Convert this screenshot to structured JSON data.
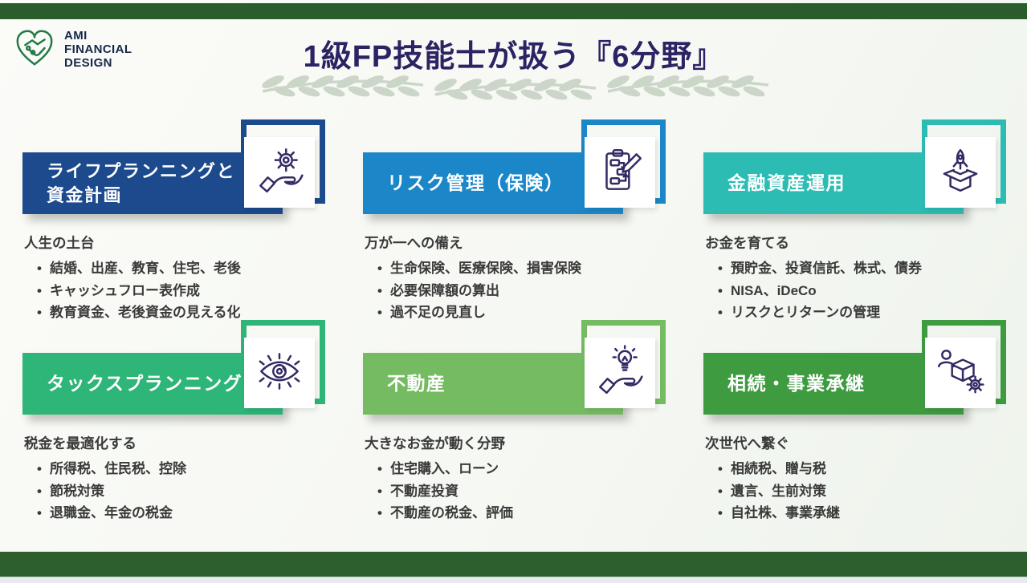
{
  "header": {
    "logo": {
      "icon": "heart-handshake-icon",
      "lines": [
        "AMI",
        "FINANCIAL",
        "DESIGN"
      ]
    },
    "title": "1級FP技能士が扱う『6分野』"
  },
  "colors": {
    "accent_bar_green": "#2b5d2c",
    "title_navy": "#2b2364",
    "icon_stroke": "#322b63",
    "body_text": "#3a3a3a",
    "logo_green": "#237a46",
    "laurel": "#cbd6c8"
  },
  "cards": [
    {
      "name": "life-planning",
      "color": "#1c4a8c",
      "icon": "hand-gear",
      "title": "ライフプランニングと資金計画",
      "title_lines": [
        "ライフプランニングと",
        "資金計画"
      ],
      "subtitle": "人生の土台",
      "bullets": [
        "結婚、出産、教育、住宅、老後",
        "キャッシュフロー表作成",
        "教育資金、老後資金の見える化"
      ]
    },
    {
      "name": "risk-management",
      "color": "#1b87c8",
      "icon": "clipboard-flow",
      "title": "リスク管理（保険）",
      "title_lines": [
        "リスク管理（保険）"
      ],
      "subtitle": "万が一への備え",
      "bullets": [
        "生命保険、医療保険、損害保険",
        "必要保障額の算出",
        "過不足の見直し"
      ]
    },
    {
      "name": "asset-management",
      "color": "#2cbcb4",
      "icon": "rocket-box",
      "title": "金融資産運用",
      "title_lines": [
        "金融資産運用"
      ],
      "subtitle": "お金を育てる",
      "bullets": [
        "預貯金、投資信託、株式、債券",
        "NISA、iDeCo",
        "リスクとリターンの管理"
      ]
    },
    {
      "name": "tax-planning",
      "color": "#2eb578",
      "icon": "eye",
      "title": "タックスプランニング",
      "title_lines": [
        "タックスプランニング"
      ],
      "subtitle": "税金を最適化する",
      "bullets": [
        "所得税、住民税、控除",
        "節税対策",
        "退職金、年金の税金"
      ]
    },
    {
      "name": "real-estate",
      "color": "#75bb62",
      "icon": "hand-bulb",
      "title": "不動産",
      "title_lines": [
        "不動産"
      ],
      "subtitle": "大きなお金が動く分野",
      "bullets": [
        "住宅購入、ローン",
        "不動産投資",
        "不動産の税金、評価"
      ]
    },
    {
      "name": "inheritance-succession",
      "color": "#3e9b40",
      "icon": "person-box-gear",
      "title": "相続・事業承継",
      "title_lines": [
        "相続・事業承継"
      ],
      "subtitle": "次世代へ繋ぐ",
      "bullets": [
        "相続税、贈与税",
        "遺言、生前対策",
        "自社株、事業承継"
      ]
    }
  ]
}
